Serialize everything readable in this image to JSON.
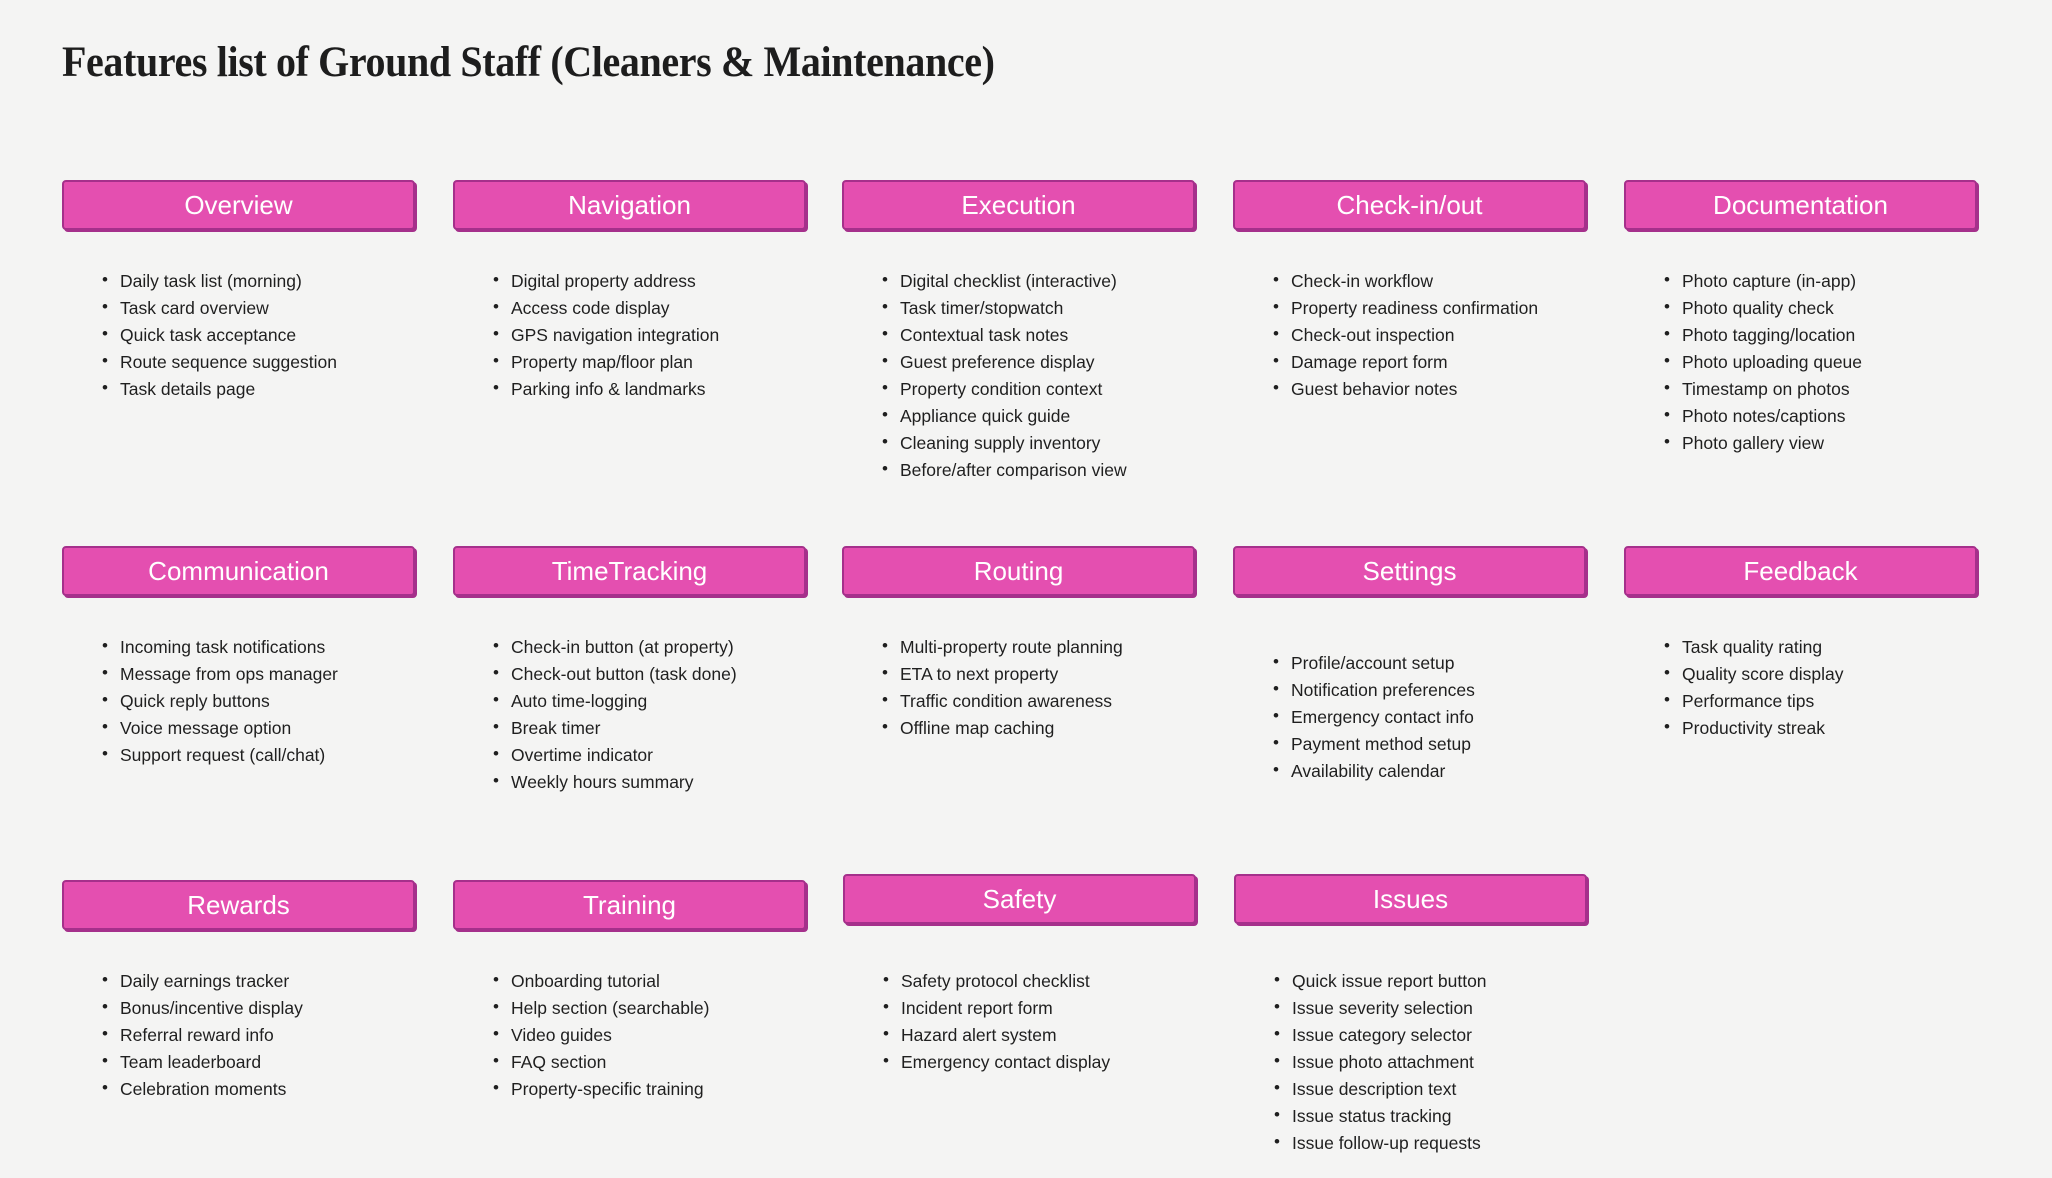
{
  "page": {
    "title": "Features list of Ground Staff (Cleaners & Maintenance)",
    "background_color": "#f4f4f3",
    "accent_color": "#e44fb0",
    "accent_border_color": "#a5308b",
    "header_text_color": "#ffffff",
    "body_text_color": "#1f1f1f"
  },
  "cards": [
    {
      "title": "Overview",
      "items": [
        "Daily task list (morning)",
        "Task card overview",
        "Quick task acceptance",
        "Route sequence suggestion",
        "Task details page"
      ]
    },
    {
      "title": "Navigation",
      "items": [
        "Digital property address",
        "Access code display",
        "GPS navigation integration",
        "Property map/floor plan",
        "Parking info & landmarks"
      ]
    },
    {
      "title": "Execution",
      "items": [
        "Digital checklist (interactive)",
        "Task timer/stopwatch",
        "Contextual task notes",
        "Guest preference display",
        "Property condition context",
        "Appliance quick guide",
        "Cleaning supply inventory",
        "Before/after comparison view"
      ]
    },
    {
      "title": "Check-in/out",
      "items": [
        "Check-in workflow",
        "Property readiness confirmation",
        "Check-out inspection",
        "Damage report form",
        "Guest behavior notes"
      ]
    },
    {
      "title": "Documentation",
      "items": [
        "Photo capture (in-app)",
        "Photo quality check",
        "Photo tagging/location",
        "Photo uploading queue",
        "Timestamp on photos",
        "Photo notes/captions",
        "Photo gallery view"
      ]
    },
    {
      "title": "Communication",
      "items": [
        "Incoming task notifications",
        "Message from ops manager",
        "Quick reply buttons",
        "Voice message option",
        "Support request (call/chat)"
      ]
    },
    {
      "title": "TimeTracking",
      "items": [
        "Check-in button (at property)",
        "Check-out button (task done)",
        "Auto time-logging",
        "Break timer",
        "Overtime indicator",
        "Weekly hours summary"
      ]
    },
    {
      "title": "Routing",
      "items": [
        "Multi-property route planning",
        "ETA to next property",
        "Traffic condition awareness",
        "Offline map caching"
      ]
    },
    {
      "title": "Settings",
      "items": [
        "Profile/account setup",
        "Notification preferences",
        "Emergency contact info",
        "Payment method setup",
        "Availability calendar"
      ]
    },
    {
      "title": "Feedback",
      "items": [
        "Task quality rating",
        "Quality score display",
        "Performance tips",
        "Productivity streak"
      ]
    },
    {
      "title": "Rewards",
      "items": [
        "Daily earnings tracker",
        "Bonus/incentive display",
        "Referral reward info",
        "Team leaderboard",
        "Celebration moments"
      ]
    },
    {
      "title": "Training",
      "items": [
        "Onboarding tutorial",
        "Help section (searchable)",
        "Video guides",
        "FAQ section",
        "Property-specific training"
      ]
    },
    {
      "title": "Safety",
      "items": [
        "Safety protocol checklist",
        "Incident report form",
        "Hazard alert system",
        "Emergency contact display"
      ]
    },
    {
      "title": "Issues",
      "items": [
        "Quick issue report button",
        "Issue severity selection",
        "Issue category selector",
        "Issue photo attachment",
        "Issue description text",
        "Issue status tracking",
        "Issue follow-up requests"
      ]
    }
  ]
}
